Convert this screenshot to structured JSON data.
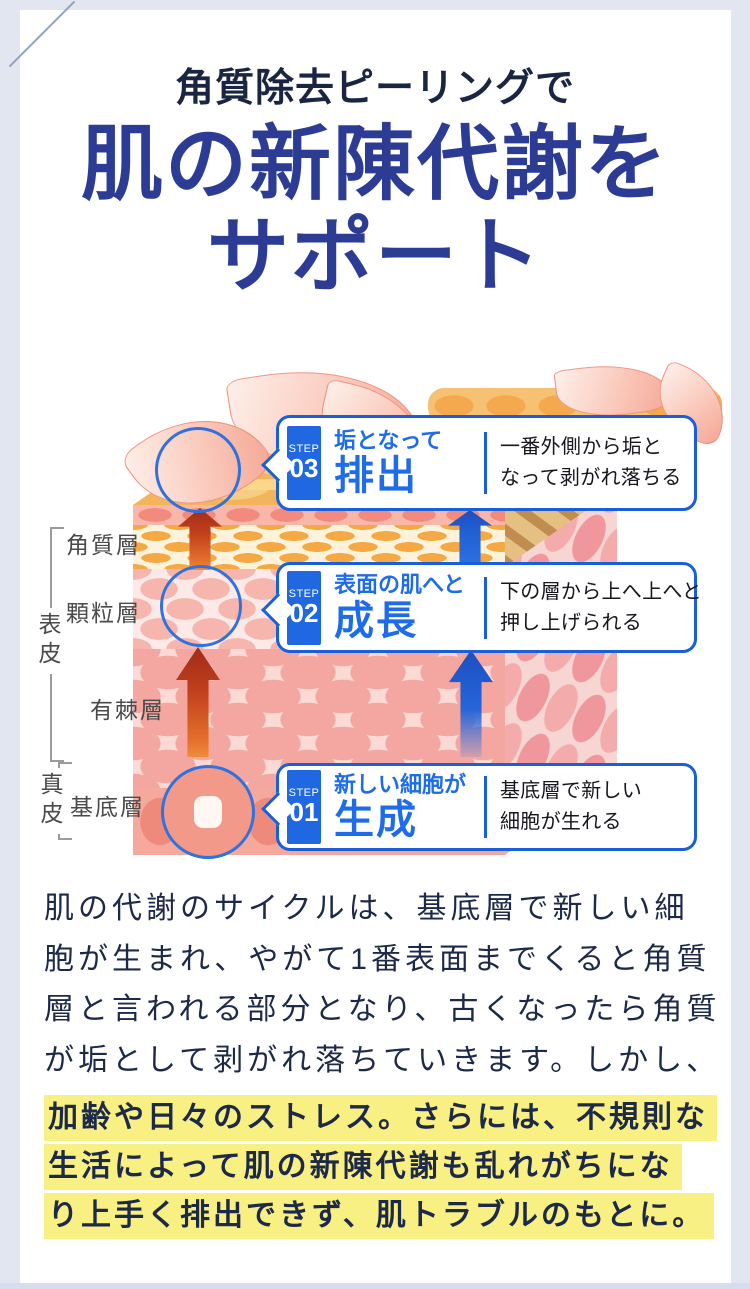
{
  "header": {
    "subtitle": "角質除去ピーリングで",
    "title_line1": "肌の新陳代謝を",
    "title_line2": "サポート"
  },
  "diagram": {
    "region_labels": [
      "表皮",
      "真皮"
    ],
    "layer_labels": [
      "角質層",
      "顆粒層",
      "有棘層",
      "基底層"
    ],
    "steps": [
      {
        "badge_top": "STEP",
        "badge_num": "03",
        "title_small": "垢となって",
        "title_big": "排出",
        "desc_line1": "一番外側から垢と",
        "desc_line2": "なって剥がれ落ちる"
      },
      {
        "badge_top": "STEP",
        "badge_num": "02",
        "title_small": "表面の肌へと",
        "title_big": "成長",
        "desc_line1": "下の層から上へ上へと",
        "desc_line2": "押し上げられる"
      },
      {
        "badge_top": "STEP",
        "badge_num": "01",
        "title_small": "新しい細胞が",
        "title_big": "生成",
        "desc_line1": "基底層で新しい",
        "desc_line2": "細胞が生れる"
      }
    ]
  },
  "body": {
    "lines": [
      "肌の代謝のサイクルは、基底層で新しい細",
      "胞が生まれ、やがて1番表面までくると角質",
      "層と言われる部分となり、古くなったら角質",
      "が垢として剥がれ落ちていきます。しかし、"
    ],
    "highlight_lines": [
      "加齢や日々のストレス。さらには、不規則な",
      "生活によって肌の新陳代謝も乱れがちにな",
      "り上手く排出できず、肌トラブルのもとに。"
    ]
  },
  "colors": {
    "accent_blue": "#1a5ed9",
    "title_navy": "#2c3c94",
    "highlight_yellow": "#f9f083",
    "margin_gray_blue": "#e1e6f0"
  }
}
